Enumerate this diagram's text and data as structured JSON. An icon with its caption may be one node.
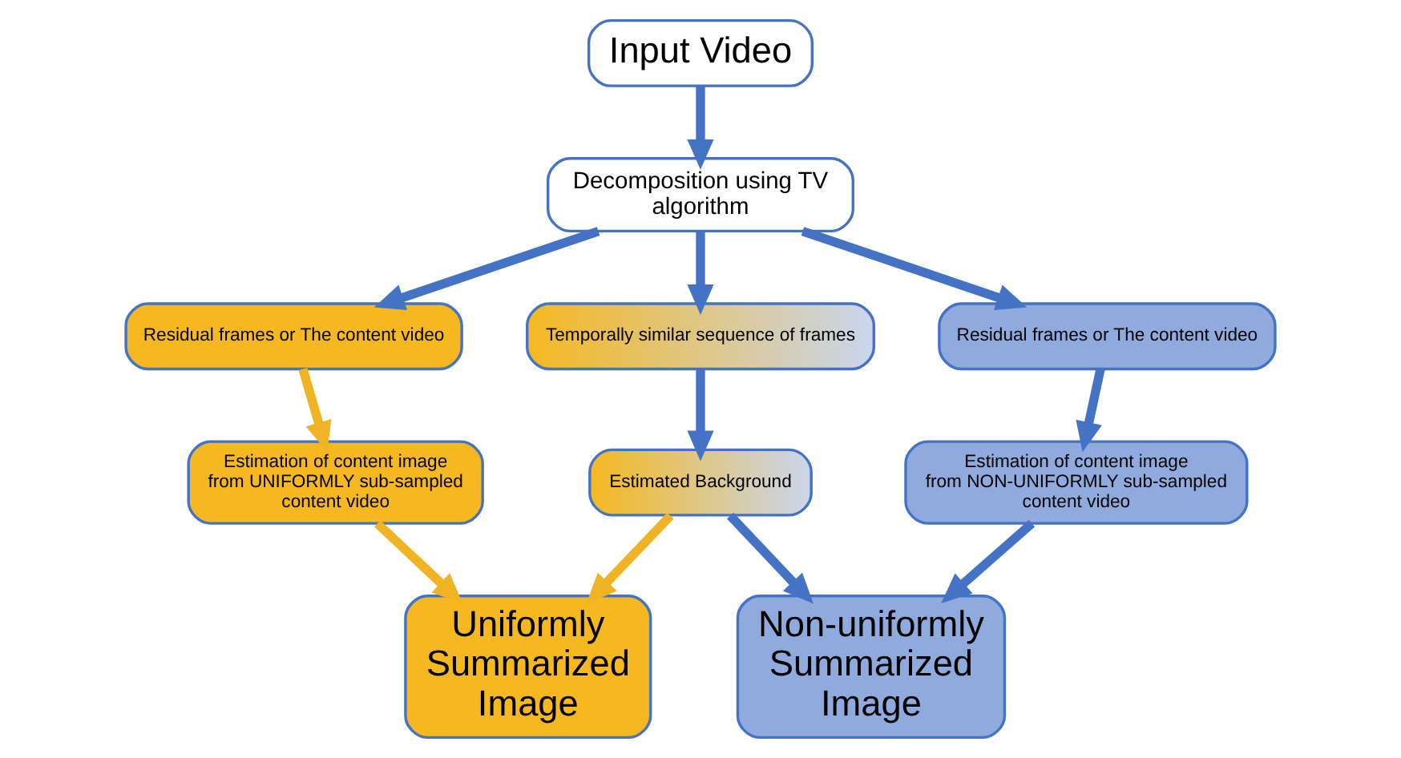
{
  "diagram": {
    "nodes": [
      {
        "text": [
          "Input Video"
        ]
      },
      {
        "text": [
          "Decomposition using TV algorithm"
        ]
      },
      {
        "text": [
          "Residual frames or The content video"
        ]
      },
      {
        "text": [
          "Temporally similar sequence of frames"
        ]
      },
      {
        "text": [
          "Residual frames or The content video"
        ]
      },
      {
        "text": [
          "Estimation of content image from UNIFORMLY sub-sampled content video"
        ]
      },
      {
        "text": [
          "Estimated Background"
        ]
      },
      {
        "text": [
          "Estimation of content image from NON-UNIFORMLY sub-sampled content video"
        ]
      },
      {
        "text": [
          "Uniformly Summarized Image"
        ]
      },
      {
        "text": [
          "Non-uniformly Summarized Image"
        ]
      }
    ],
    "edges": [
      {
        "from": 0,
        "to": 1,
        "arrow": "to"
      },
      {
        "from": 1,
        "to": 2,
        "arrow": "to"
      },
      {
        "from": 1,
        "to": 3,
        "arrow": "to"
      },
      {
        "from": 1,
        "to": 4,
        "arrow": "to"
      },
      {
        "from": 2,
        "to": 5,
        "arrow": "to",
        "color": "#f0b323"
      },
      {
        "from": 3,
        "to": 6,
        "arrow": "to"
      },
      {
        "from": 4,
        "to": 7,
        "arrow": "to"
      },
      {
        "from": 5,
        "to": 8,
        "arrow": "to",
        "color": "#f0b323"
      },
      {
        "from": 6,
        "to": 8,
        "arrow": "to",
        "color": "#f0b323"
      },
      {
        "from": 6,
        "to": 9,
        "arrow": "to"
      },
      {
        "from": 7,
        "to": 9,
        "arrow": "to"
      }
    ]
  }
}
